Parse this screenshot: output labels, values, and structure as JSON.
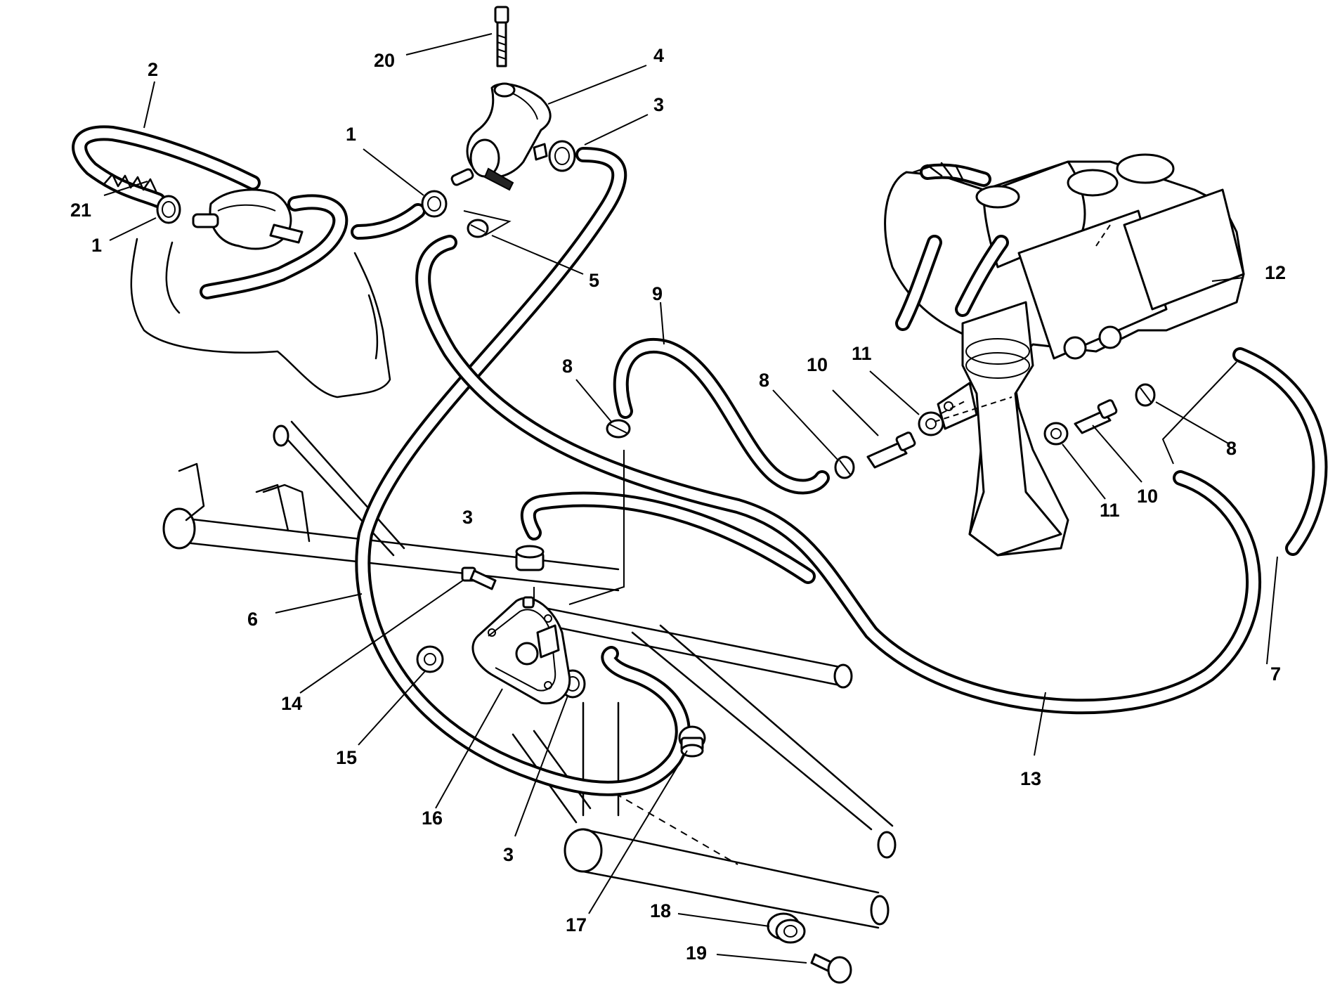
{
  "callouts": [
    {
      "label": "20"
    },
    {
      "label": "4"
    },
    {
      "label": "2"
    },
    {
      "label": "3"
    },
    {
      "label": "1"
    },
    {
      "label": "21"
    },
    {
      "label": "1"
    },
    {
      "label": "5"
    },
    {
      "label": "12"
    },
    {
      "label": "9"
    },
    {
      "label": "8"
    },
    {
      "label": "10"
    },
    {
      "label": "11"
    },
    {
      "label": "8"
    },
    {
      "label": "8"
    },
    {
      "label": "11"
    },
    {
      "label": "10"
    },
    {
      "label": "3"
    },
    {
      "label": "6"
    },
    {
      "label": "7"
    },
    {
      "label": "14"
    },
    {
      "label": "15"
    },
    {
      "label": "16"
    },
    {
      "label": "3"
    },
    {
      "label": "13"
    },
    {
      "label": "17"
    },
    {
      "label": "18"
    },
    {
      "label": "19"
    }
  ]
}
